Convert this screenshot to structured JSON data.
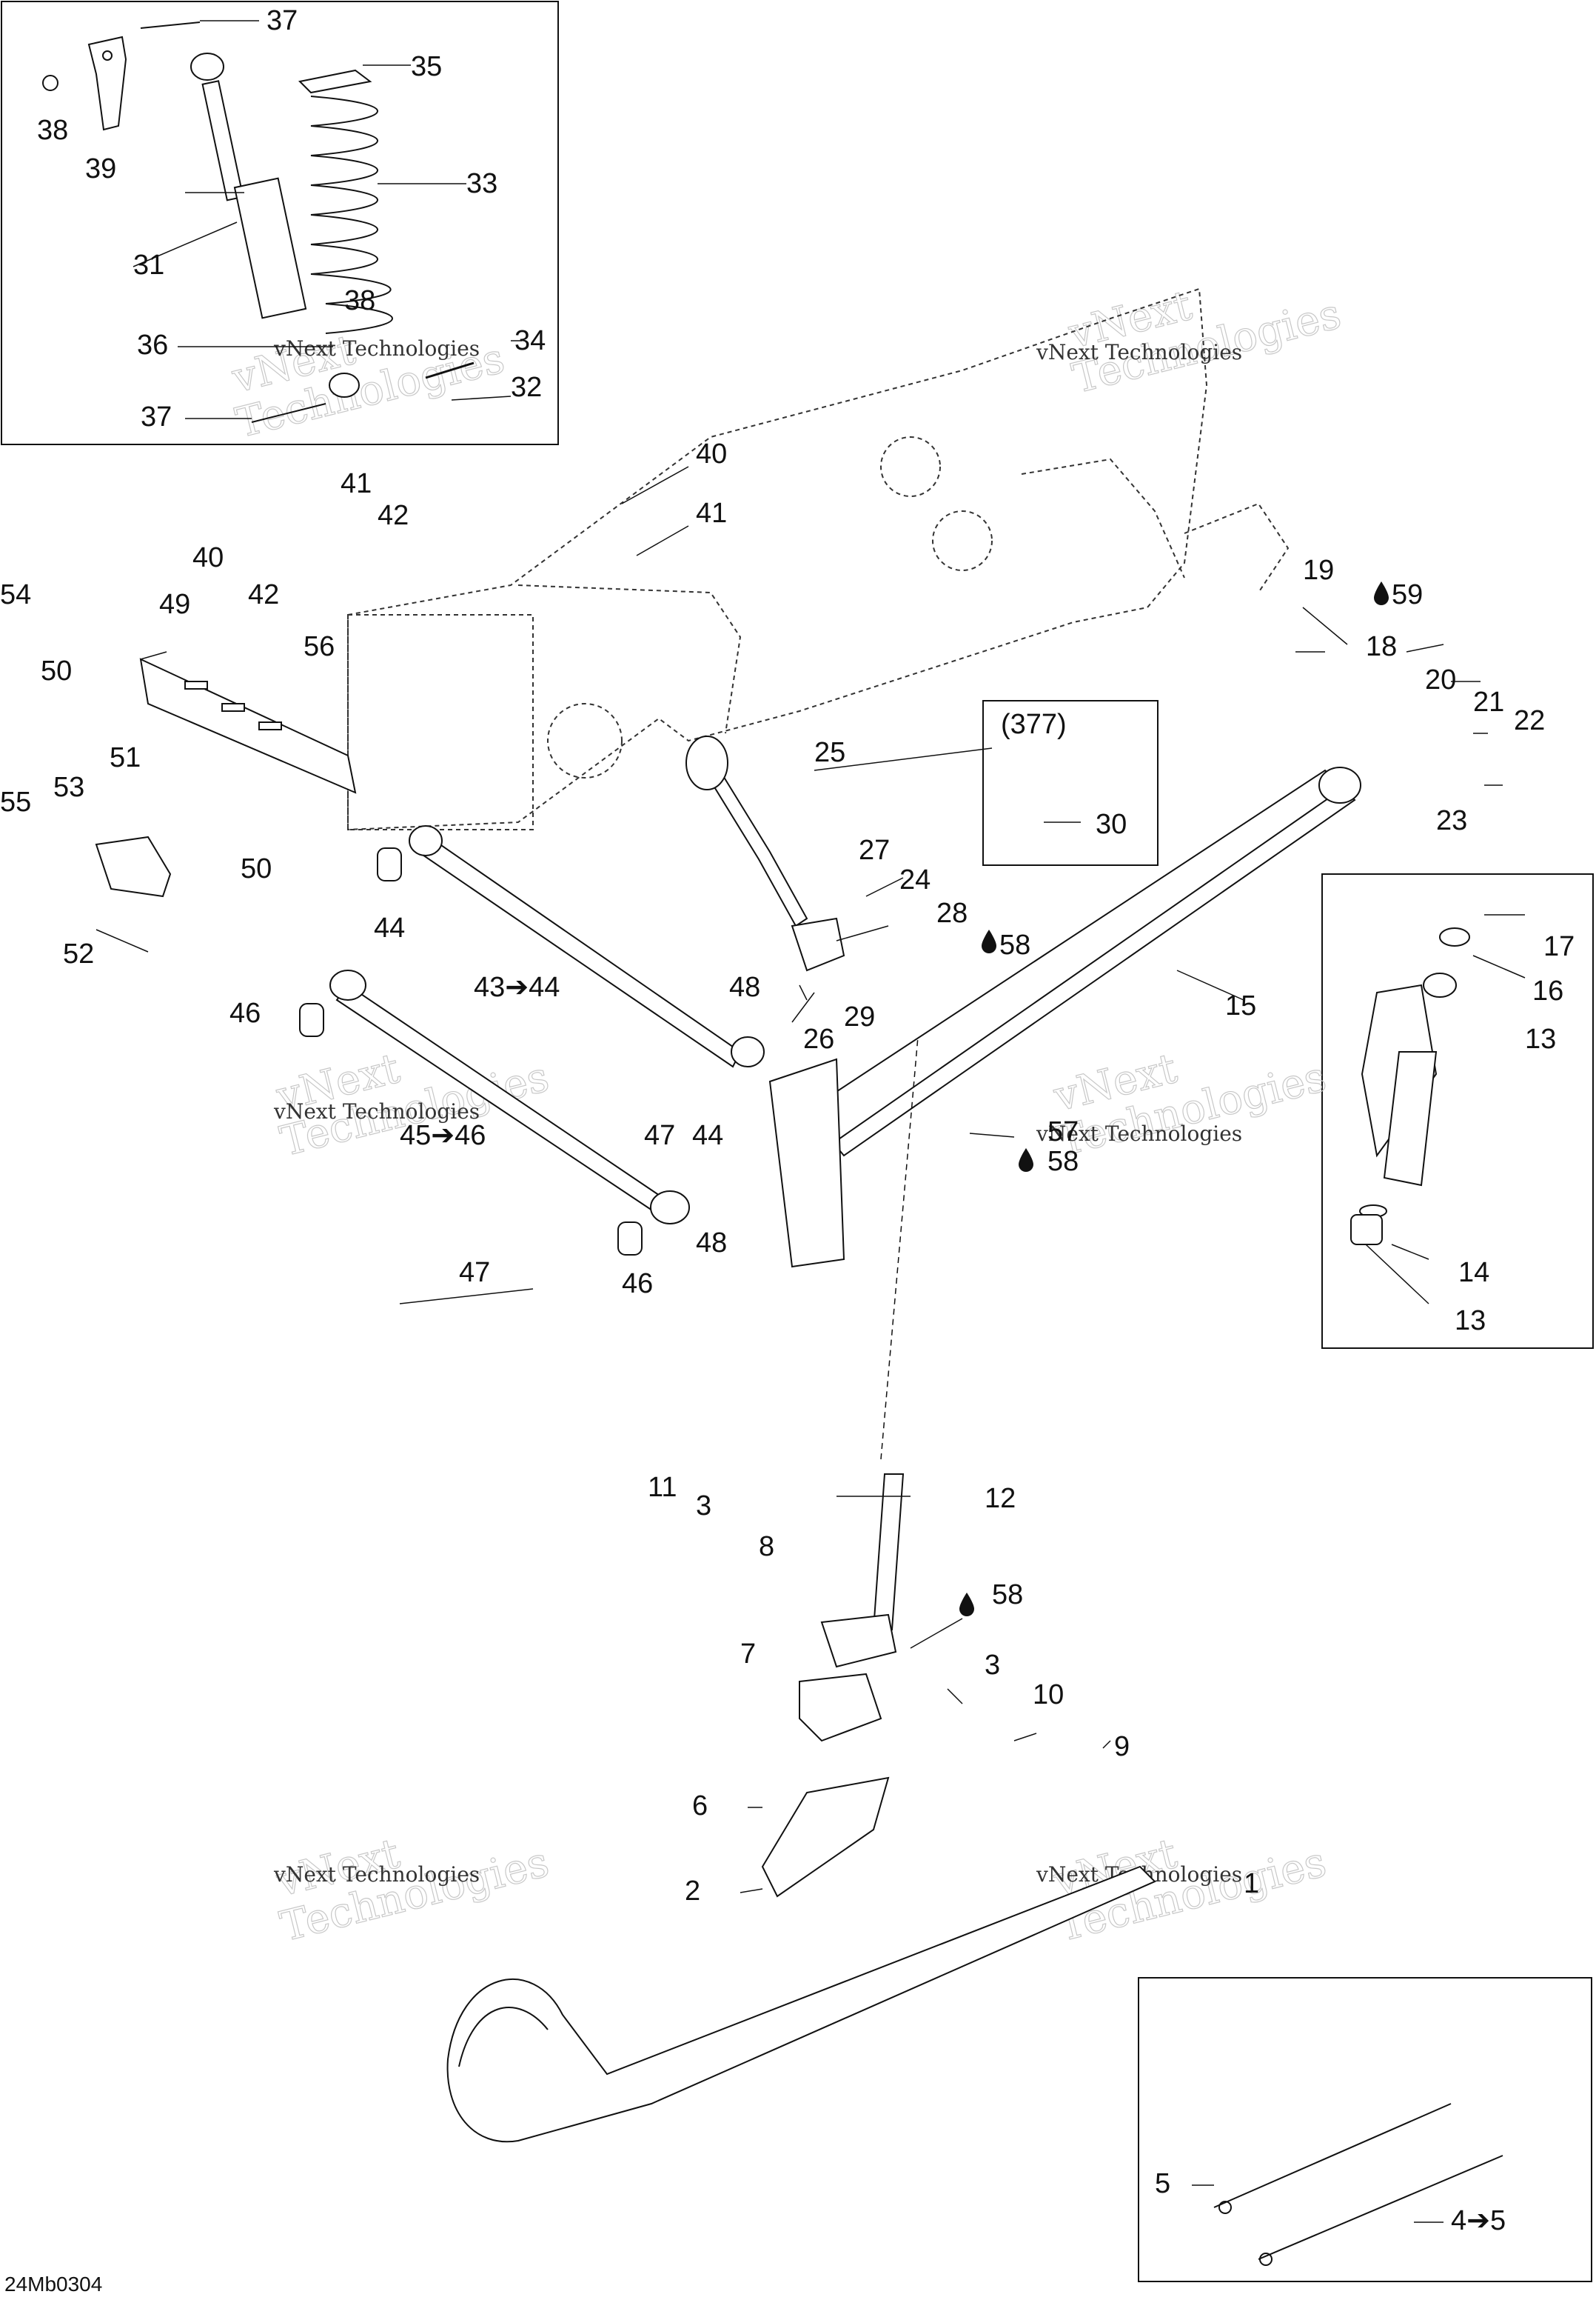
{
  "watermark": {
    "text": "vNext Technologies",
    "outline_line1": "vNext",
    "outline_line2": "Technologies"
  },
  "footer_code": "24Mb0304",
  "callouts": {
    "c1": "1",
    "c2": "2",
    "c3a": "3",
    "c3b": "3",
    "c4to5": "4➔5",
    "c5": "5",
    "c6": "6",
    "c7": "7",
    "c8": "8",
    "c9": "9",
    "c10": "10",
    "c11": "11",
    "c12": "12",
    "c13a": "13",
    "c13b": "13",
    "c14": "14",
    "c15": "15",
    "c16": "16",
    "c17": "17",
    "c18": "18",
    "c19": "19",
    "c20": "20",
    "c21": "21",
    "c22": "22",
    "c23": "23",
    "c24": "24",
    "c25": "25",
    "c26": "26",
    "c27": "27",
    "c28": "28",
    "c29": "29",
    "c30": "30",
    "c31": "31",
    "c32": "32",
    "c33": "33",
    "c34": "34",
    "c35": "35",
    "c36": "36",
    "c37a": "37",
    "c37b": "37",
    "c38a": "38",
    "c38b": "38",
    "c39": "39",
    "c40a": "40",
    "c40b": "40",
    "c41a": "41",
    "c41b": "41",
    "c42a": "42",
    "c42b": "42",
    "c43to44": "43➔44",
    "c44a": "44",
    "c44b": "44",
    "c45to46": "45➔46",
    "c46a": "46",
    "c46b": "46",
    "c47a": "47",
    "c47b": "47",
    "c48a": "48",
    "c48b": "48",
    "c49": "49",
    "c50a": "50",
    "c50b": "50",
    "c51": "51",
    "c52": "52",
    "c53": "53",
    "c54": "54",
    "c55": "55",
    "c56": "56",
    "c57": "57",
    "c58a": "58",
    "c58b": "58",
    "c58c": "58",
    "c59": "59",
    "c377": "(377)"
  },
  "icons": {
    "lubricant": "oil-drop-icon"
  }
}
